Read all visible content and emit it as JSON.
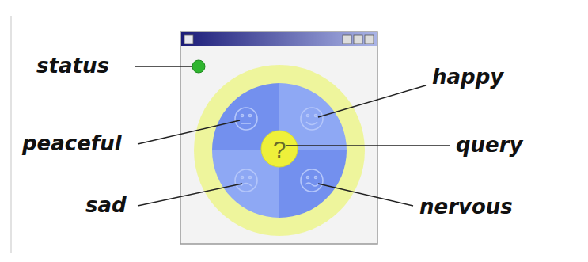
{
  "diagram": {
    "labels": [
      "status",
      "happy",
      "peaceful",
      "query",
      "sad",
      "nervous",
      "?"
    ]
  }
}
